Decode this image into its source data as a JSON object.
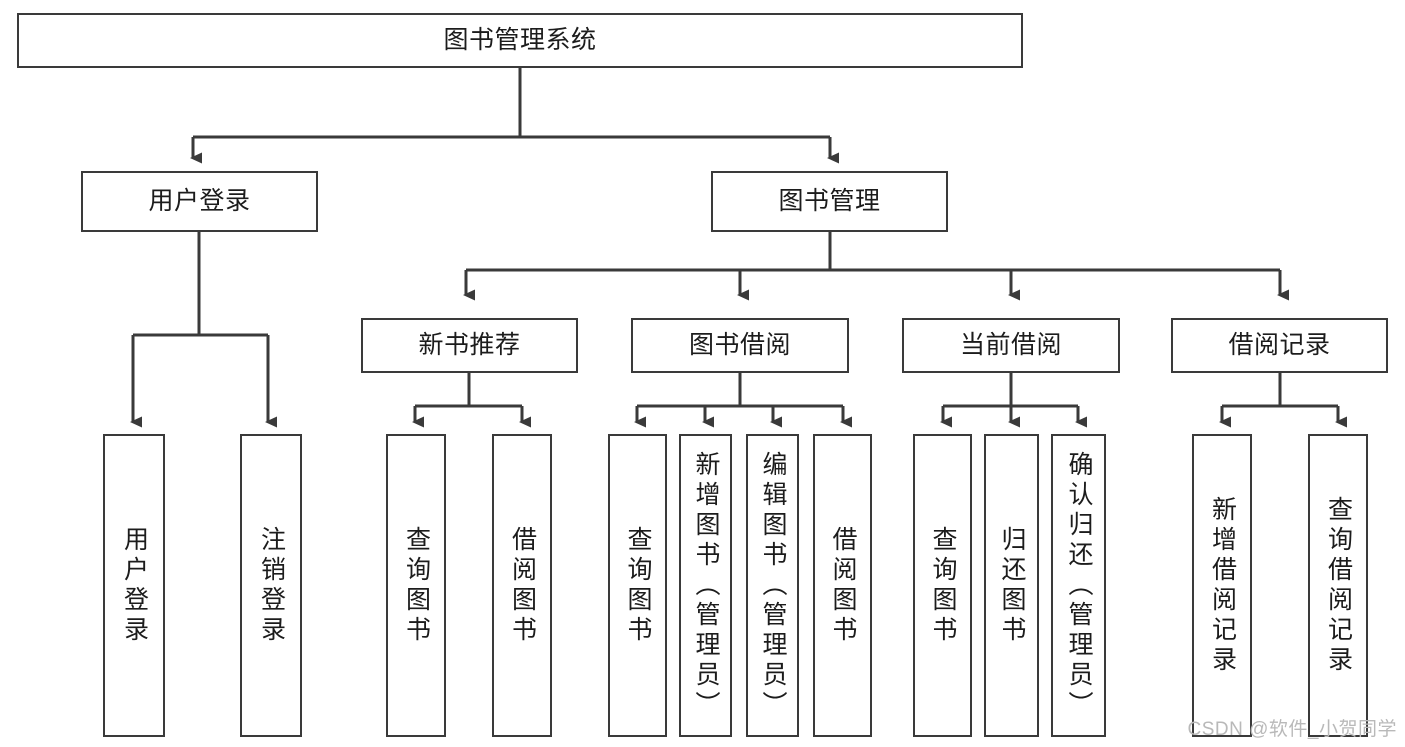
{
  "diagram": {
    "type": "tree-hierarchy",
    "title": "图书管理系统",
    "watermark": "CSDN @软件_小贺同学",
    "colors": {
      "stroke": "#3a3a3a",
      "fill": "#ffffff",
      "text": "#1c1c1c",
      "watermark": "#b9b9b9"
    },
    "nodes": {
      "root": {
        "label": "图书管理系统",
        "orientation": "horizontal"
      },
      "level2": [
        {
          "id": "user-login",
          "label": "用户登录",
          "orientation": "horizontal"
        },
        {
          "id": "book-manage",
          "label": "图书管理",
          "orientation": "horizontal"
        }
      ],
      "level3": [
        {
          "id": "new-book-recommend",
          "label": "新书推荐",
          "orientation": "horizontal"
        },
        {
          "id": "book-borrow",
          "label": "图书借阅",
          "orientation": "horizontal"
        },
        {
          "id": "current-borrow",
          "label": "当前借阅",
          "orientation": "horizontal"
        },
        {
          "id": "borrow-record",
          "label": "借阅记录",
          "orientation": "horizontal"
        }
      ],
      "leaves": [
        {
          "id": "leaf-user-login",
          "label": "用户登录",
          "parent": "user-login",
          "orientation": "vertical"
        },
        {
          "id": "leaf-user-logout",
          "label": "注销登录",
          "parent": "user-login",
          "orientation": "vertical"
        },
        {
          "id": "leaf-query-book-1",
          "label": "查询图书",
          "parent": "new-book-recommend",
          "orientation": "vertical"
        },
        {
          "id": "leaf-borrow-book-1",
          "label": "借阅图书",
          "parent": "new-book-recommend",
          "orientation": "vertical"
        },
        {
          "id": "leaf-query-book-2",
          "label": "查询图书",
          "parent": "book-borrow",
          "orientation": "vertical"
        },
        {
          "id": "leaf-add-book",
          "label": "新增图书（管理员）",
          "parent": "book-borrow",
          "orientation": "vertical"
        },
        {
          "id": "leaf-edit-book",
          "label": "编辑图书（管理员）",
          "parent": "book-borrow",
          "orientation": "vertical"
        },
        {
          "id": "leaf-borrow-book-2",
          "label": "借阅图书",
          "parent": "book-borrow",
          "orientation": "vertical"
        },
        {
          "id": "leaf-query-book-3",
          "label": "查询图书",
          "parent": "current-borrow",
          "orientation": "vertical"
        },
        {
          "id": "leaf-return-book",
          "label": "归还图书",
          "parent": "current-borrow",
          "orientation": "vertical"
        },
        {
          "id": "leaf-confirm-return",
          "label": "确认归还（管理员）",
          "parent": "current-borrow",
          "orientation": "vertical"
        },
        {
          "id": "leaf-add-record",
          "label": "新增借阅记录",
          "parent": "borrow-record",
          "orientation": "vertical"
        },
        {
          "id": "leaf-query-record",
          "label": "查询借阅记录",
          "parent": "borrow-record",
          "orientation": "vertical"
        }
      ]
    }
  }
}
